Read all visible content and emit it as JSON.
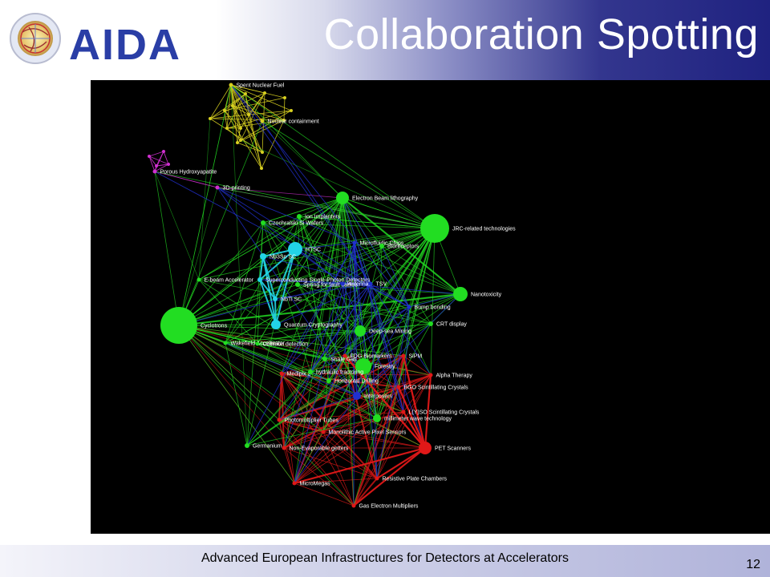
{
  "slide": {
    "title": "Collaboration Spotting",
    "logo_text": "AIDA",
    "footer": "Advanced European Infrastructures for Detectors at Accelerators",
    "page_number": "12"
  },
  "colors": {
    "green": "#22dd22",
    "cyan": "#22d4e6",
    "red": "#e01818",
    "blue": "#2030d0",
    "yellow": "#d8d020",
    "magenta": "#d030d0",
    "header_dark": "#1f2280",
    "logo_blue": "#2a3ea6"
  },
  "graph": {
    "nodes": [
      {
        "id": "snf",
        "label": "Spent Nuclear Fuel",
        "group": "yellow"
      },
      {
        "id": "nc",
        "label": "Nuclear containment",
        "group": "yellow"
      },
      {
        "id": "ph",
        "label": "Porous Hydroxyapatite",
        "group": "magenta"
      },
      {
        "id": "p3d",
        "label": "3D-printing",
        "group": "magenta"
      },
      {
        "id": "ebl",
        "label": "Electron Beam lithography",
        "group": "green"
      },
      {
        "id": "ii",
        "label": "Ion Implanters",
        "group": "green"
      },
      {
        "id": "czs",
        "label": "Czochralski Si Wafers",
        "group": "green"
      },
      {
        "id": "jrc",
        "label": "JRC-related technologies",
        "group": "green"
      },
      {
        "id": "mfc",
        "label": "Microfluidic Chips",
        "group": "blue"
      },
      {
        "id": "bio",
        "label": "Bioreceptors",
        "group": "green"
      },
      {
        "id": "htsc",
        "label": "HTSC",
        "group": "cyan"
      },
      {
        "id": "nb3sn",
        "label": "Nb3Sn SC",
        "group": "cyan"
      },
      {
        "id": "eba",
        "label": "E-beam Accelerator",
        "group": "green"
      },
      {
        "id": "sspd",
        "label": "Superconducting Single-Photon Detectors",
        "group": "cyan"
      },
      {
        "id": "sft",
        "label": "Spring for fault cables",
        "group": "green"
      },
      {
        "id": "ant",
        "label": "Antennas",
        "group": "blue"
      },
      {
        "id": "tsv",
        "label": "TSV",
        "group": "blue"
      },
      {
        "id": "nano",
        "label": "Nanotoxicity",
        "group": "green"
      },
      {
        "id": "nbti",
        "label": "NbTi SC",
        "group": "cyan"
      },
      {
        "id": "bb",
        "label": "Bump bonding",
        "group": "blue"
      },
      {
        "id": "cyc",
        "label": "Cyclotrons",
        "group": "green"
      },
      {
        "id": "qc",
        "label": "Quantum Cryptography",
        "group": "cyan"
      },
      {
        "id": "crt",
        "label": "CRT display",
        "group": "green"
      },
      {
        "id": "dsm",
        "label": "Deep-sea Mining",
        "group": "green"
      },
      {
        "id": "wake",
        "label": "Wakefield Accelerator",
        "group": "green"
      },
      {
        "id": "cold",
        "label": "Collision detection",
        "group": "green"
      },
      {
        "id": "fdg",
        "label": "FDG Biomarkers",
        "group": "red"
      },
      {
        "id": "sipm",
        "label": "SiPM",
        "group": "red"
      },
      {
        "id": "shale",
        "label": "Shale Gas",
        "group": "green"
      },
      {
        "id": "forest",
        "label": "Forestry",
        "group": "green"
      },
      {
        "id": "medipix",
        "label": "Medipix 2",
        "group": "red"
      },
      {
        "id": "hf",
        "label": "hydraulic fracturing",
        "group": "green"
      },
      {
        "id": "alpha",
        "label": "Alpha Therapy",
        "group": "red"
      },
      {
        "id": "hd",
        "label": "Horizontal Drilling",
        "group": "green"
      },
      {
        "id": "bgo",
        "label": "BGO Scintillating Crystals",
        "group": "red"
      },
      {
        "id": "inter",
        "label": "Interposers",
        "group": "blue"
      },
      {
        "id": "lyso",
        "label": "L(Y)SO Scintillating Crystals",
        "group": "red"
      },
      {
        "id": "pmt",
        "label": "Photomultiplier Tubes",
        "group": "red"
      },
      {
        "id": "mmw",
        "label": "millimeter wave technology",
        "group": "green"
      },
      {
        "id": "maps",
        "label": "Monolithic Active Pixel Sensors",
        "group": "red"
      },
      {
        "id": "germ",
        "label": "Germanium",
        "group": "green"
      },
      {
        "id": "neg",
        "label": "Non-Evaporable getters",
        "group": "red"
      },
      {
        "id": "pet",
        "label": "PET Scanners",
        "group": "red"
      },
      {
        "id": "rpc",
        "label": "Resistive Plate Chambers",
        "group": "red"
      },
      {
        "id": "mm",
        "label": "MicroMegas",
        "group": "red"
      },
      {
        "id": "gem",
        "label": "Gas Electron Multipliers",
        "group": "red"
      }
    ]
  }
}
